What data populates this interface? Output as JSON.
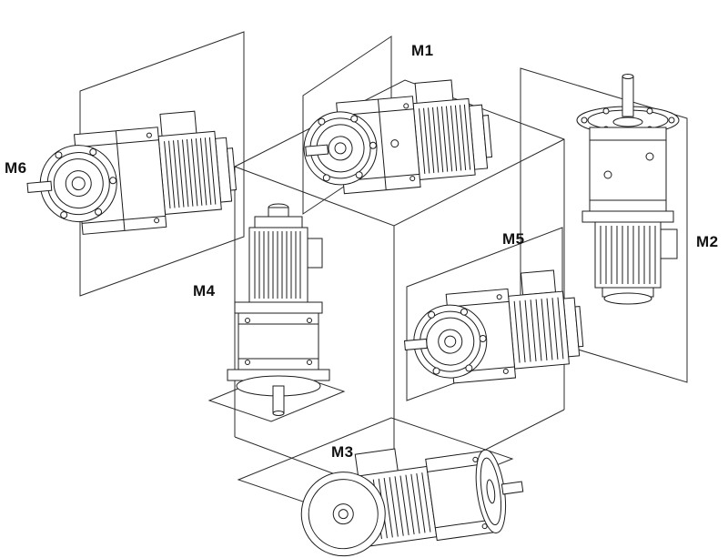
{
  "diagram": {
    "labels": {
      "m1": "M1",
      "m2": "M2",
      "m3": "M3",
      "m4": "M4",
      "m5": "M5",
      "m6": "M6"
    },
    "colors": {
      "line": "#1c1c1c",
      "background": "#ffffff"
    }
  }
}
